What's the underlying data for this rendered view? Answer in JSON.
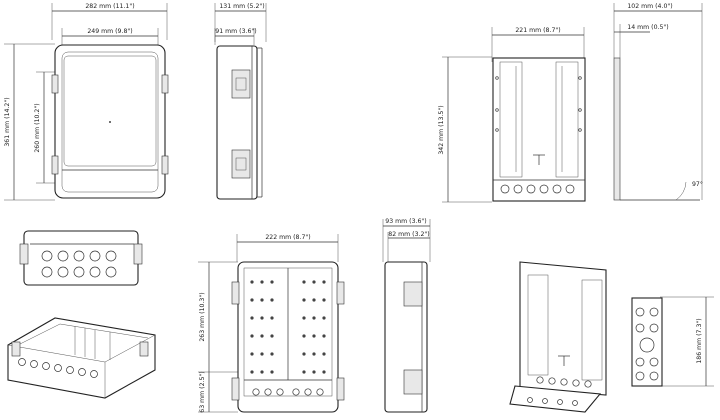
{
  "dimensions": {
    "front_width_outer": "282 mm (11.1\")",
    "front_width_inner": "249 mm (9.8\")",
    "front_height_outer": "361 mm (14.2\")",
    "front_height_inner": "260 mm (10.2\")",
    "side_depth_outer": "131 mm (5.2\")",
    "side_depth_inner": "91 mm (3.6\")",
    "bracket_width": "221 mm (8.7\")",
    "bracket_height": "342 mm (13.5\")",
    "bracket_side_depth": "102 mm (4.0\")",
    "bracket_side_offset": "14 mm (0.5\")",
    "bracket_angle": "97°",
    "open_width": "222 mm (8.7\")",
    "open_height": "263 mm (10.3\")",
    "open_bottom": "63 mm (2.5\")",
    "open_side_outer": "93 mm (3.6\")",
    "open_side_inner": "82 mm (3.2\")",
    "plate_height": "186 mm (7.3\")"
  }
}
